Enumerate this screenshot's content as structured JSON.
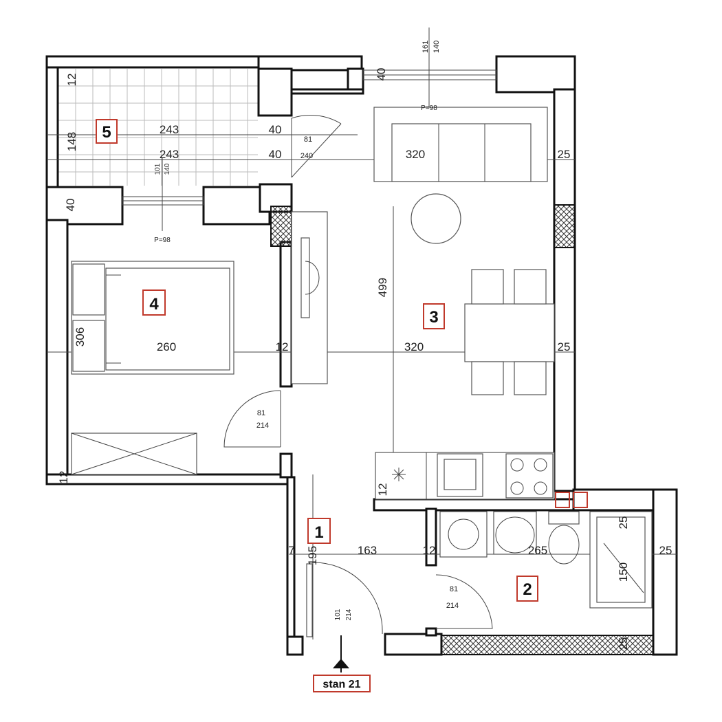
{
  "plan": {
    "rooms": [
      {
        "number": "1"
      },
      {
        "number": "2"
      },
      {
        "number": "3"
      },
      {
        "number": "4"
      },
      {
        "number": "5"
      }
    ],
    "entrance_label": "stan 21",
    "window_p_label_top": "P=98",
    "window_p_label_left": "P=98",
    "window_top_width": "161",
    "window_top_height": "140",
    "window_balcony_width": "101",
    "window_balcony_height": "140",
    "dims": {
      "balcony_wall_12": "12",
      "balcony_depth": "148",
      "balcony_width_1": "243",
      "balcony_width_2": "243",
      "wall_40_a": "40",
      "wall_40_b": "40",
      "wall_40_top": "40",
      "wall_40_left": "40",
      "balcony_door_w": "81",
      "balcony_door_h": "240",
      "living_width_top": "320",
      "ext_wall_25_top": "25",
      "living_length": "499",
      "living_width_mid": "320",
      "ext_wall_25_mid": "25",
      "bedroom_width": "260",
      "bedroom_depth": "306",
      "partition_12_mid": "12",
      "bedroom_door_w": "81",
      "bedroom_door_h": "214",
      "bedroom_wall_12": "12",
      "kitchen_wall_12": "12",
      "hall_wall_7": "7",
      "hall_depth": "195",
      "hall_width": "163",
      "hall_partition_12": "12",
      "bath_width": "265",
      "bath_ext_25": "25",
      "bath_wall_25_top": "25",
      "bath_tub": "150",
      "bath_wall_25_bottom": "25",
      "bath_door_w": "81",
      "bath_door_h": "214",
      "entry_door_w": "101",
      "entry_door_h": "214"
    }
  }
}
